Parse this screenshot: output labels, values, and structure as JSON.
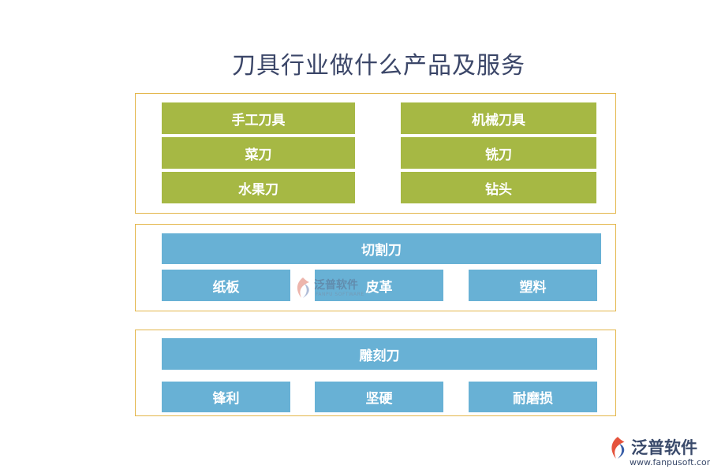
{
  "title": "刀具行业做什么产品及服务",
  "groups": {
    "manual": {
      "header": "手工刀具",
      "items": [
        "菜刀",
        "水果刀"
      ]
    },
    "machine": {
      "header": "机械刀具",
      "items": [
        "铣刀",
        "钻头"
      ]
    },
    "cutting": {
      "header": "切割刀",
      "items": [
        "纸板",
        "皮革",
        "塑料"
      ]
    },
    "carving": {
      "header": "雕刻刀",
      "items": [
        "锋利",
        "坚硬",
        "耐磨损"
      ]
    }
  },
  "watermark": {
    "name": "泛普软件",
    "sub": "FANPU SOFTWARE"
  },
  "brand": {
    "name": "泛普软件",
    "url": "www.fanpusoft.com"
  },
  "colors": {
    "green": "#a6b844",
    "blue": "#68b1d5",
    "frame": "#e3b64a",
    "title": "#3b4668"
  },
  "icons": {
    "watermark": "fanpu-logo-icon",
    "brand": "fanpu-logo-icon"
  }
}
